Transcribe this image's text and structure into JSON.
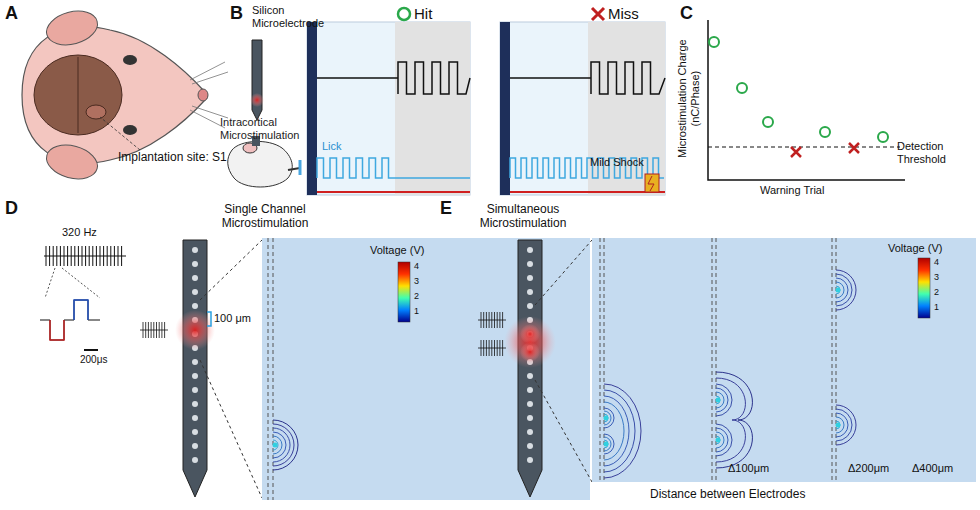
{
  "diagram": {
    "labels": [
      "A",
      "Implantation site: S1",
      "B",
      "Silicon Microelectrode",
      "Hit",
      "Miss",
      "Intracortical Microstimulation",
      "Lick",
      "Mild Shock",
      "C",
      "Microstimulation Charge (nC/Phase)",
      "Warning Trial",
      "Detection Threshold",
      "D",
      "320 Hz",
      "200μs",
      "Single Channel Microstimulation",
      "100 μm",
      "Voltage (V)",
      "4",
      "3",
      "2",
      "1",
      "E",
      "Simultaneous Microstimulation",
      "Voltage (V)",
      "4",
      "3",
      "2",
      "1",
      "Δ100μm",
      "Δ200μm",
      "Δ400μm",
      "Distance between Electrodes"
    ]
  }
}
